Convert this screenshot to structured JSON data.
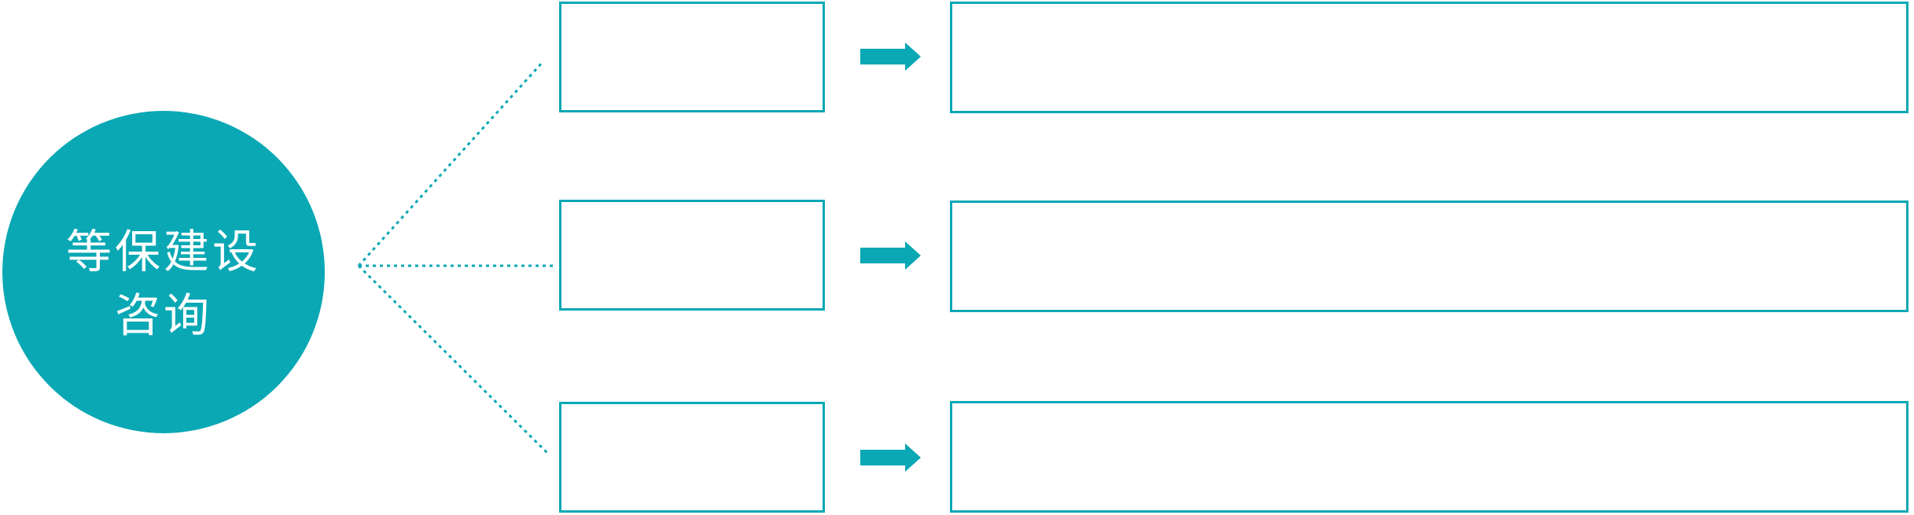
{
  "colors": {
    "accent": "#09a8b4",
    "background": "#ffffff",
    "circle_text": "#ffffff"
  },
  "circle": {
    "lines": [
      "等保建设",
      "咨询"
    ]
  },
  "rows": [
    {
      "step_label": "",
      "detail_label": ""
    },
    {
      "step_label": "",
      "detail_label": ""
    },
    {
      "step_label": "",
      "detail_label": ""
    }
  ],
  "icons": {
    "arrow": "right-block-arrow",
    "connector": "dotted-connector-line"
  }
}
